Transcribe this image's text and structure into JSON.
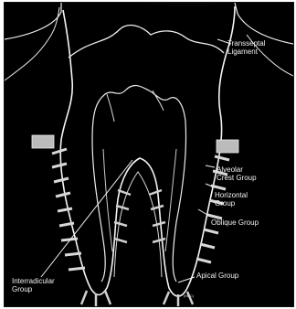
{
  "labels": {
    "transseptal": [
      "Transseptal",
      "Ligament"
    ],
    "alveolar_crest": [
      "Alveolar",
      "Crest Group"
    ],
    "horizontal": [
      "Horizontal",
      "Group"
    ],
    "oblique": [
      "Oblique Group"
    ],
    "interradicular": [
      "Interradicular",
      "Group"
    ],
    "apical": [
      "Apical Group"
    ]
  },
  "signature": "(MLC)",
  "colors": {
    "background": "#000000",
    "line": "#f5f5f5",
    "fiber": "#d8d8d8"
  }
}
